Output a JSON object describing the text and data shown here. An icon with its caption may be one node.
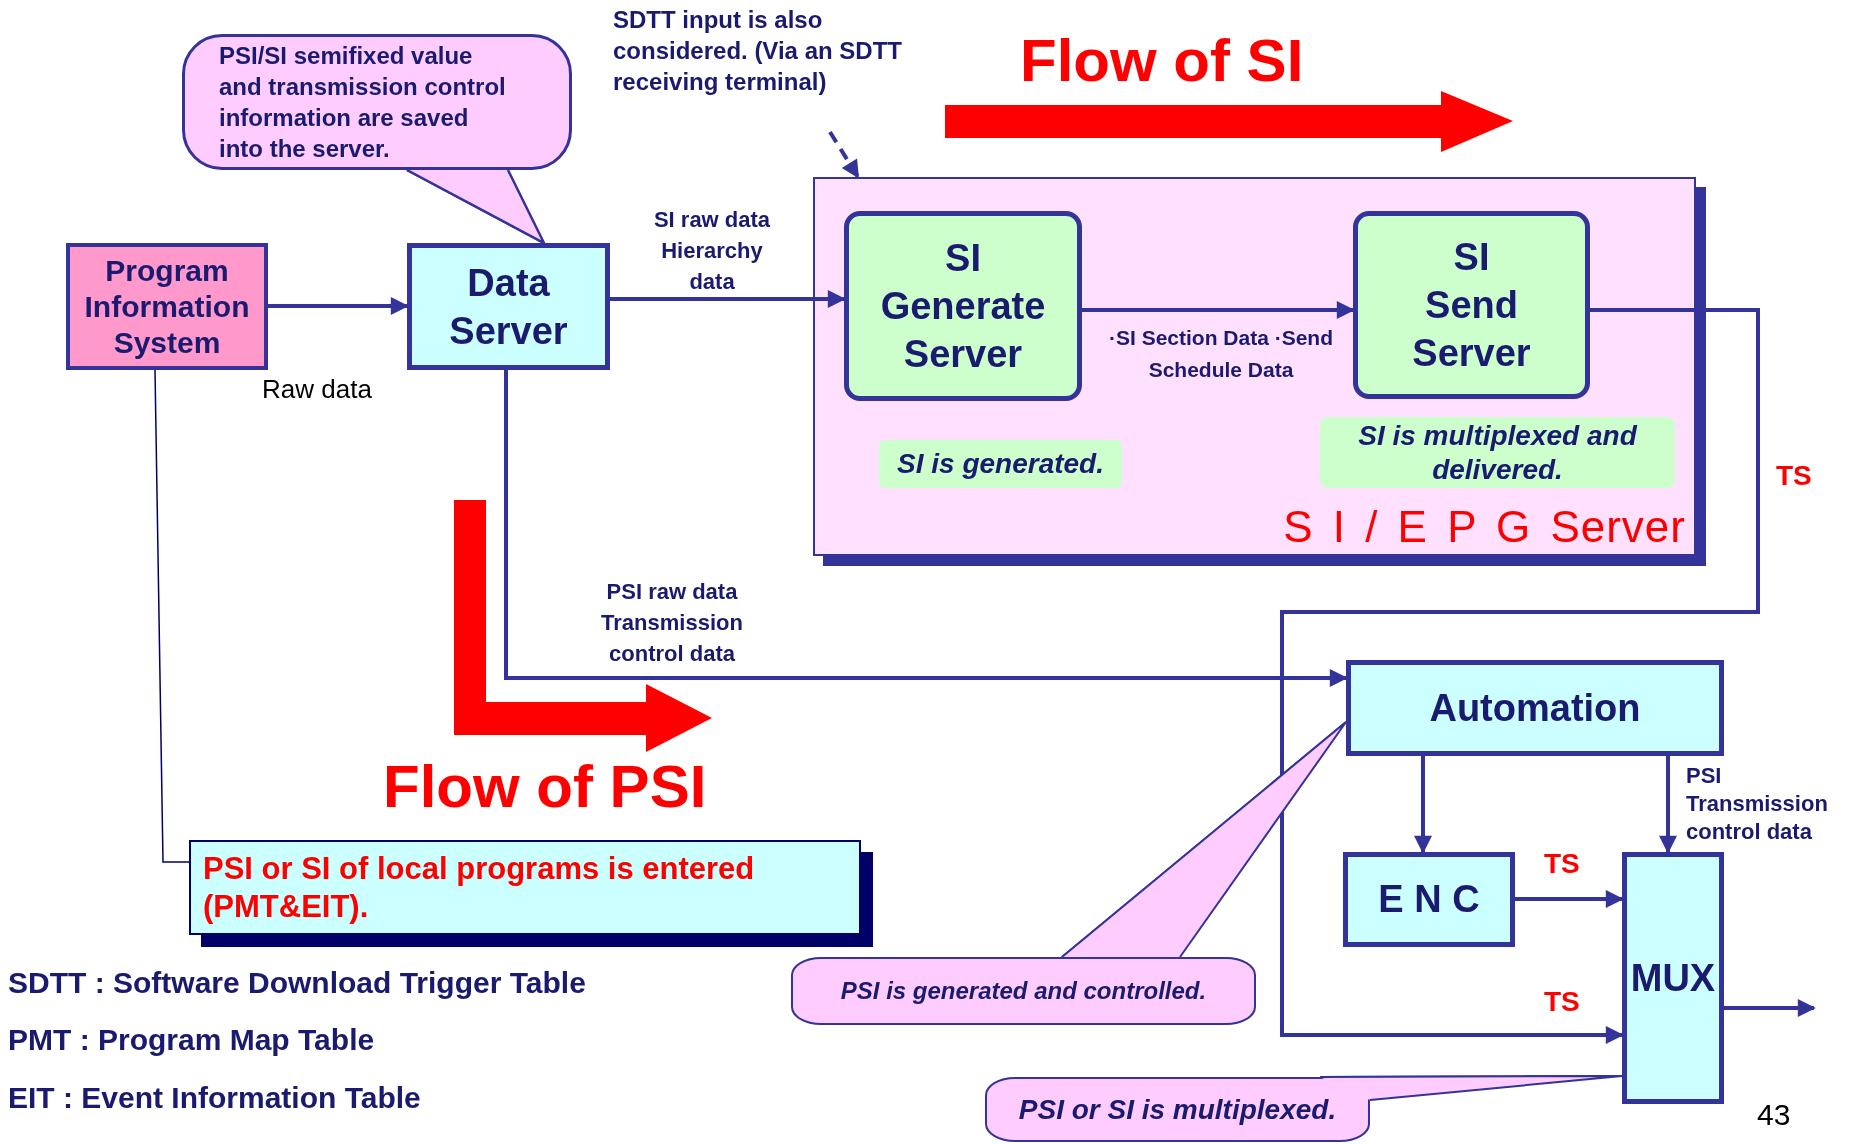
{
  "diagram": {
    "nodes": [
      {
        "text": [
          "PSI/SI semifixed value and transmission control information are saved into the server."
        ]
      },
      {
        "text": [
          "Program Information System"
        ]
      },
      {
        "text": [
          "Data Server"
        ]
      },
      {
        "text": [
          "SDTT input is also considered. (Via an SDTT receiving terminal)"
        ]
      },
      {
        "text": [
          "S I / E P G Server"
        ]
      },
      {
        "text": [
          "SI Generate Server"
        ],
        "in": 4
      },
      {
        "text": [
          "SI Send Server"
        ],
        "in": 4
      },
      {
        "text": [
          "SI is generated."
        ],
        "in": 4
      },
      {
        "text": [
          "SI is multiplexed and delivered."
        ],
        "in": 4
      },
      {
        "text": [
          "Automation"
        ]
      },
      {
        "text": [
          "E N C"
        ]
      },
      {
        "text": [
          "MUX"
        ]
      },
      {
        "text": [
          "PSI or SI of local programs is entered (PMT&EIT)."
        ]
      },
      {
        "text": [
          "PSI is generated and controlled."
        ]
      },
      {
        "text": [
          "PSI or SI is multiplexed."
        ]
      }
    ],
    "edges": [
      {
        "from": 1,
        "to": 2,
        "arrow": "to",
        "label": "Raw data"
      },
      {
        "from": 2,
        "to": 5,
        "arrow": "to",
        "label": "SI raw data Hierarchy data"
      },
      {
        "from": 3,
        "to": 4,
        "arrow": "to",
        "style": "dashed"
      },
      {
        "from": 5,
        "to": 6,
        "arrow": "to",
        "label": "·SI Section Data ·Send Schedule Data"
      },
      {
        "from": 6,
        "to": 11,
        "arrow": "to",
        "label": "TS"
      },
      {
        "from": 2,
        "to": 9,
        "arrow": "to",
        "label": "PSI raw data Transmission control data"
      },
      {
        "from": 9,
        "to": 10,
        "arrow": "to"
      },
      {
        "from": 9,
        "to": 11,
        "arrow": "to",
        "label": "PSI Transmission control data"
      },
      {
        "from": 10,
        "to": 11,
        "arrow": "to",
        "label": "TS"
      },
      {
        "from": 11,
        "to": null,
        "arrow": "to"
      },
      {
        "from": 1,
        "to": 12,
        "arrow": "none"
      },
      {
        "from": 0,
        "to": 2,
        "arrow": "other"
      },
      {
        "from": 13,
        "to": 9,
        "arrow": "other"
      },
      {
        "from": 14,
        "to": 11,
        "arrow": "other"
      }
    ],
    "labels": [
      "Flow of SI",
      "Flow of PSI",
      "TS",
      "SDTT : Software Download Trigger Table",
      "PMT : Program Map Table",
      "EIT : Event Information Table",
      "43"
    ]
  }
}
